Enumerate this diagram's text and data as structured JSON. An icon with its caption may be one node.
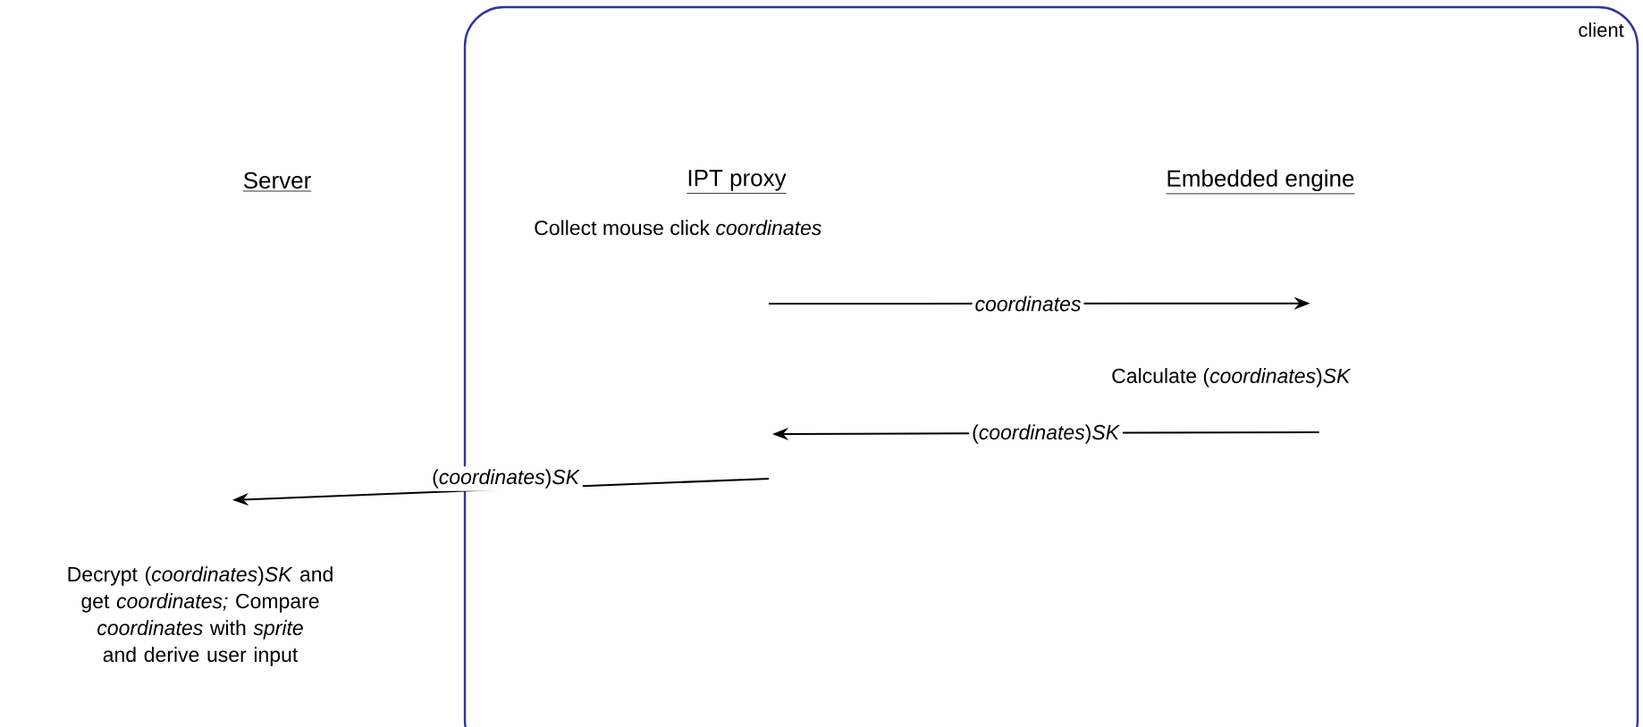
{
  "diagram": {
    "nodes": [
      {
        "text": [
          "client"
        ]
      },
      {
        "text": [
          "Collect mouse click *coordinates*"
        ],
        "in": 0
      },
      {
        "text": [
          "Calculate (*coordinates*)*SK*"
        ],
        "in": 0
      },
      {
        "text": [
          "Decrypt (*coordinates*)*SK* and get *coordinates;* Compare *coordinates* with *sprite* and derive user input"
        ]
      }
    ],
    "edges": [
      {
        "from": null,
        "to": 2,
        "arrow": "to",
        "label": "coordinates"
      },
      {
        "from": 2,
        "to": null,
        "arrow": "to",
        "label": "(*coordinates*)*SK*"
      },
      {
        "from": null,
        "to": 3,
        "arrow": "to",
        "label": "(*coordinates*)*SK*"
      }
    ],
    "labels": [
      "Server",
      "IPT proxy",
      "Embedded engine"
    ]
  }
}
